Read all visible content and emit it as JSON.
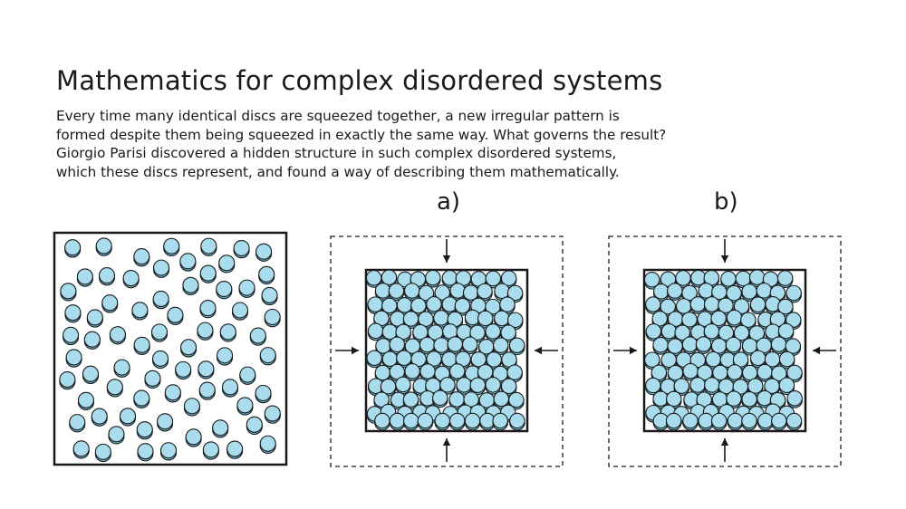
{
  "title": "Mathematics for complex disordered systems",
  "description_lines": [
    "Every time many identical discs are squeezed together, a new irregular pattern is",
    "formed despite them being squeezed in exactly the same way. What governs the result?",
    "Giorgio Parisi discovered a hidden structure in such complex disordered systems,",
    "which these discs represent, and found a way of describing them mathematically."
  ],
  "panels": {
    "a_label": "a)",
    "b_label": "b)"
  },
  "colors": {
    "disc_fill": "#a9dcec",
    "disc_shadow": "#6fb9d3",
    "stroke": "#1a1a1a"
  },
  "icons": [
    "arrow-down-icon",
    "arrow-up-icon",
    "arrow-left-icon",
    "arrow-right-icon"
  ]
}
